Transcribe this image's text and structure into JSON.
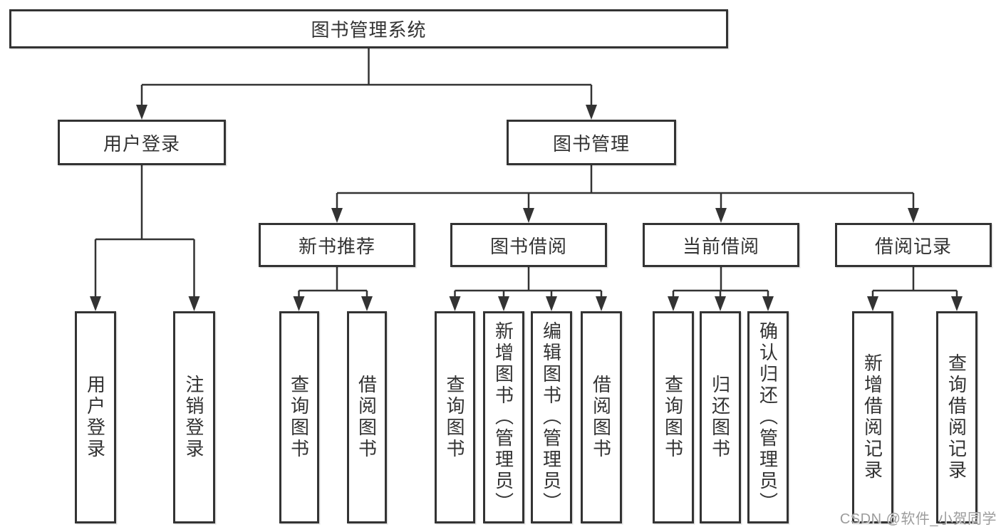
{
  "diagram": {
    "watermark": "CSDN @软件_小贺同学",
    "colors": {
      "line": "#333333",
      "box_border": "#333333",
      "text": "#333333",
      "watermark": "#9c9c9c",
      "background": "#ffffff"
    },
    "tree": {
      "label": "图书管理系统",
      "children": [
        {
          "label": "用户登录",
          "children": [
            {
              "label": "用户登录"
            },
            {
              "label": "注销登录"
            }
          ]
        },
        {
          "label": "图书管理",
          "children": [
            {
              "label": "新书推荐",
              "children": [
                {
                  "label": "查询图书"
                },
                {
                  "label": "借阅图书"
                }
              ]
            },
            {
              "label": "图书借阅",
              "children": [
                {
                  "label": "查询图书"
                },
                {
                  "label": "新增图书（管理员）"
                },
                {
                  "label": "编辑图书（管理员）"
                },
                {
                  "label": "借阅图书"
                }
              ]
            },
            {
              "label": "当前借阅",
              "children": [
                {
                  "label": "查询图书"
                },
                {
                  "label": "归还图书"
                },
                {
                  "label": "确认归还（管理员）"
                }
              ]
            },
            {
              "label": "借阅记录",
              "children": [
                {
                  "label": "新增借阅记录"
                },
                {
                  "label": "查询借阅记录"
                }
              ]
            }
          ]
        }
      ]
    }
  }
}
